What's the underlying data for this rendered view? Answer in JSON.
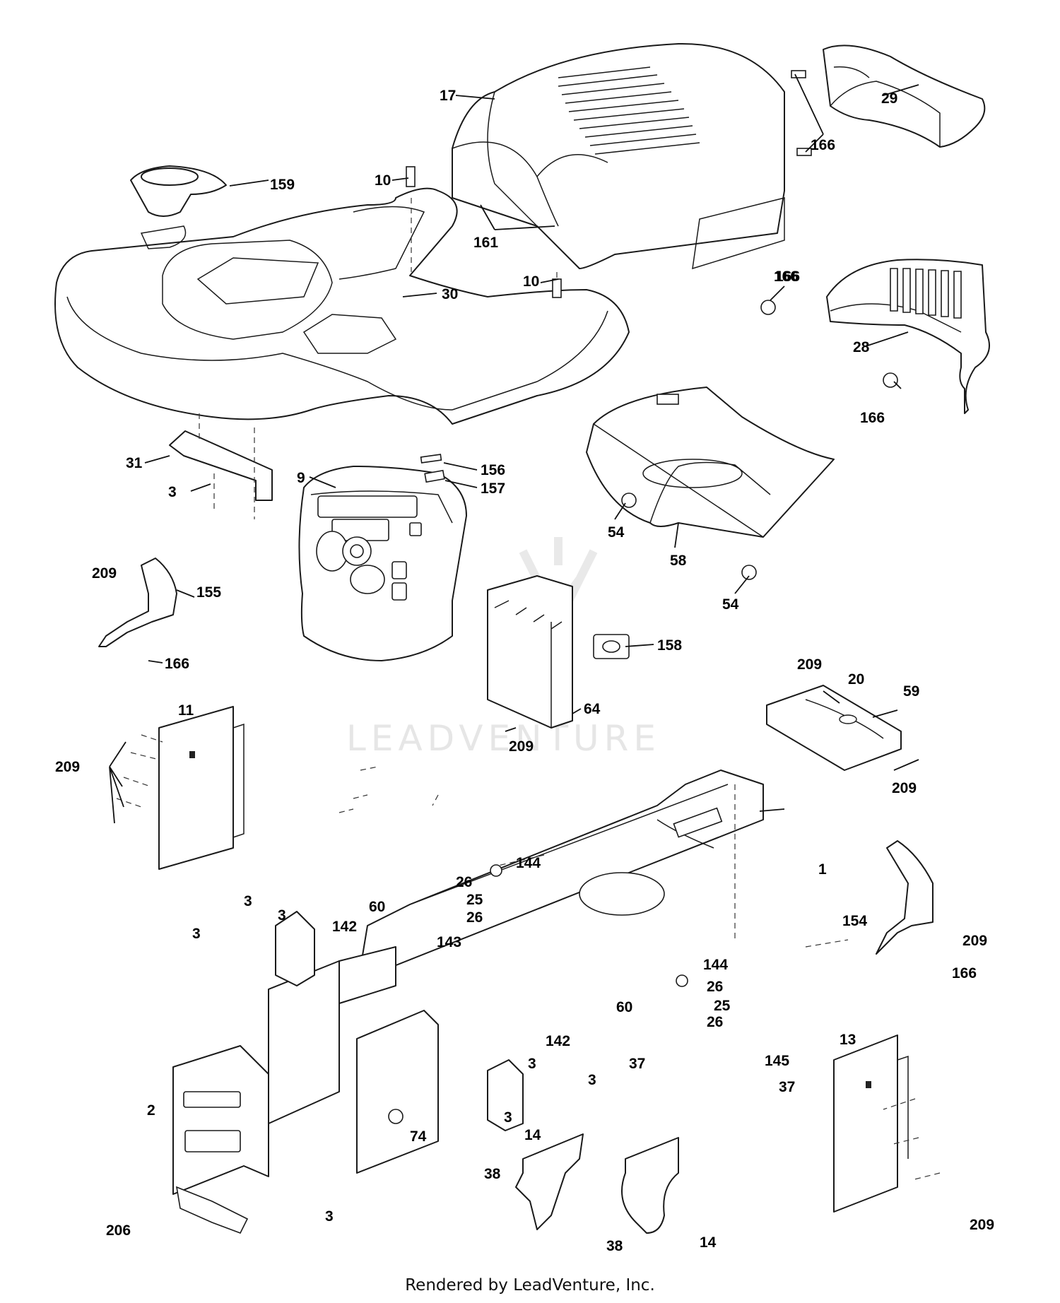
{
  "footer_text": "Rendered by LeadVenture, Inc.",
  "watermark_text": "LEADVENTURE",
  "callouts": [
    "17",
    "29",
    "166",
    "166",
    "10",
    "159",
    "161",
    "10",
    "30",
    "166",
    "28",
    "166",
    "31",
    "3",
    "9",
    "156",
    "157",
    "54",
    "58",
    "54",
    "209",
    "155",
    "166",
    "158",
    "64",
    "209",
    "11",
    "209",
    "209",
    "20",
    "59",
    "209",
    "144",
    "1",
    "26",
    "25",
    "26",
    "3",
    "3",
    "3",
    "142",
    "60",
    "143",
    "154",
    "209",
    "166",
    "144",
    "60",
    "26",
    "25",
    "26",
    "37",
    "145",
    "37",
    "142",
    "3",
    "3",
    "3",
    "2",
    "74",
    "13",
    "14",
    "38",
    "14",
    "38",
    "206",
    "3",
    "209"
  ]
}
